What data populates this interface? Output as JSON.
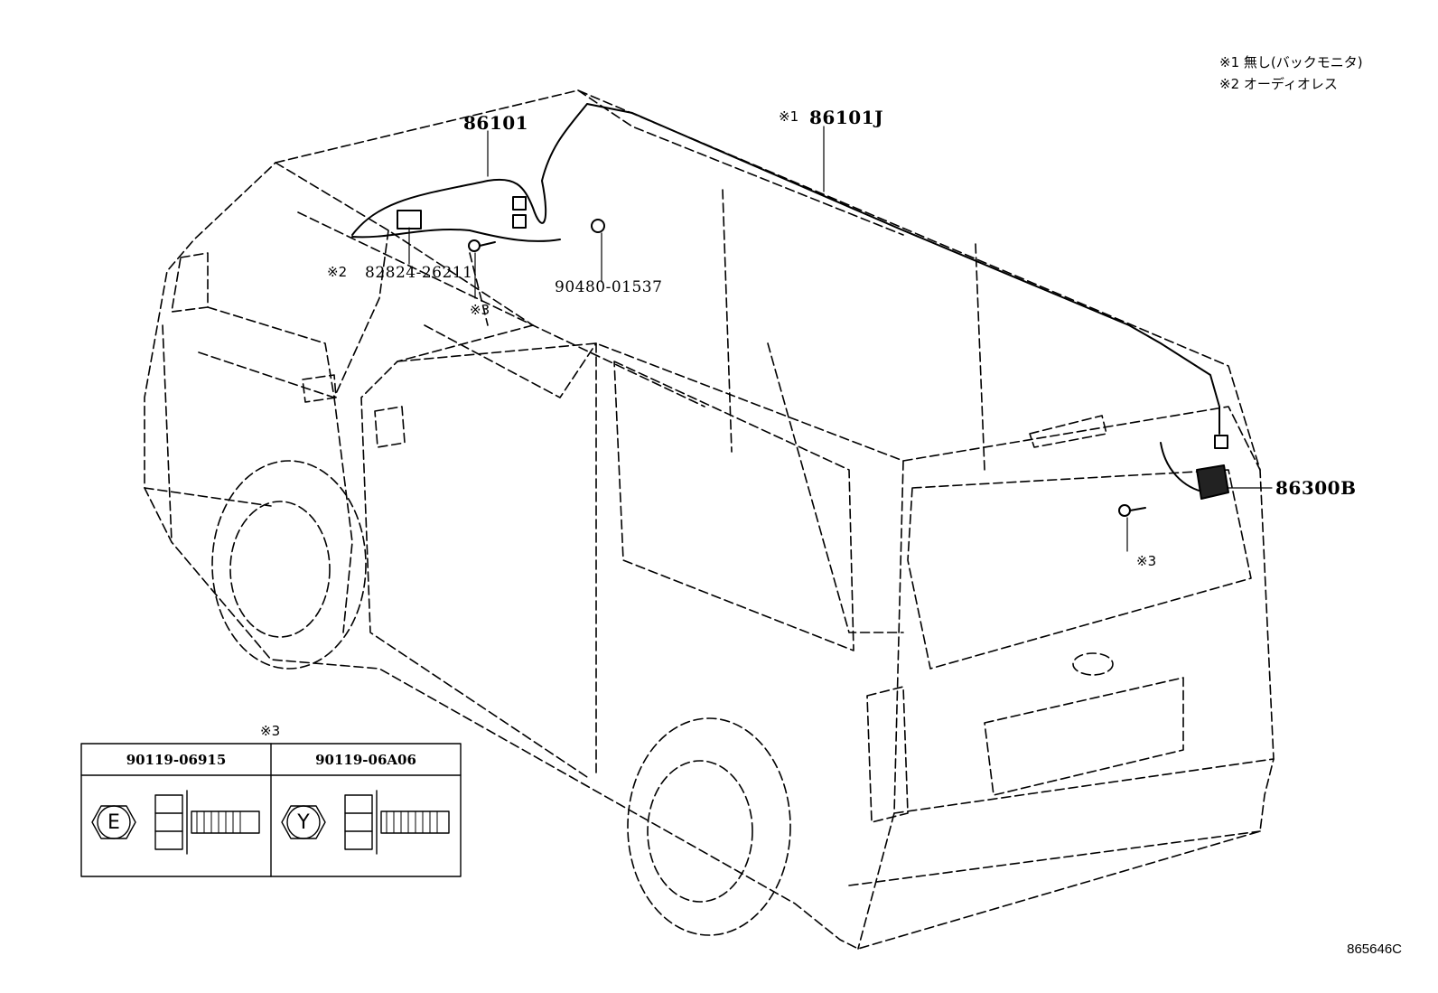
{
  "notes": {
    "note1": "※1 無し(バックモニタ)",
    "note2": "※2 オーディオレス"
  },
  "labels": {
    "p86101": "86101",
    "p86101j": "86101J",
    "p86101j_prefix": "※1",
    "p82824": "82824-26211",
    "p82824_prefix": "※2",
    "p90480": "90480-01537",
    "p86300b": "86300B",
    "mark3_front": "※3",
    "mark3_rear": "※3"
  },
  "bolt_table": {
    "mark": "※3",
    "columns": [
      {
        "part": "90119-06915",
        "head_letter": "E"
      },
      {
        "part": "90119-06A06",
        "head_letter": "Y"
      }
    ]
  },
  "diagram_code": "865646C"
}
